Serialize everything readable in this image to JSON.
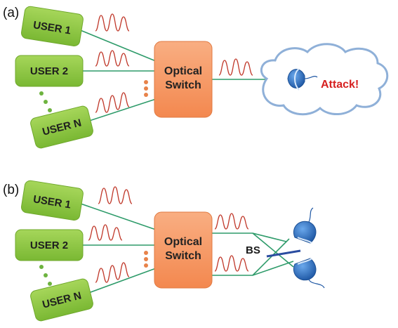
{
  "panels": [
    {
      "label": "(a)",
      "users": [
        "USER 1",
        "USER 2",
        "USER N"
      ],
      "switch_lines": [
        "Optical",
        "Switch"
      ],
      "attack_label": "Attack!"
    },
    {
      "label": "(b)",
      "users": [
        "USER 1",
        "USER 2",
        "USER N"
      ],
      "switch_lines": [
        "Optical",
        "Switch"
      ],
      "splitter_label": "BS"
    }
  ],
  "colors": {
    "user_fill": "#8cc63f",
    "user_shade": "#6fa82c",
    "switch_fill": "#f79b69",
    "fiber": "#2e9b6a",
    "pulse": "#c0392b",
    "dots_user": "#6db33f",
    "dots_switch": "#e8834a",
    "cloud_stroke": "#8fb0d8",
    "detector": "#2c6fbf",
    "attack": "#d62020",
    "splitter": "#2a4ca0"
  }
}
